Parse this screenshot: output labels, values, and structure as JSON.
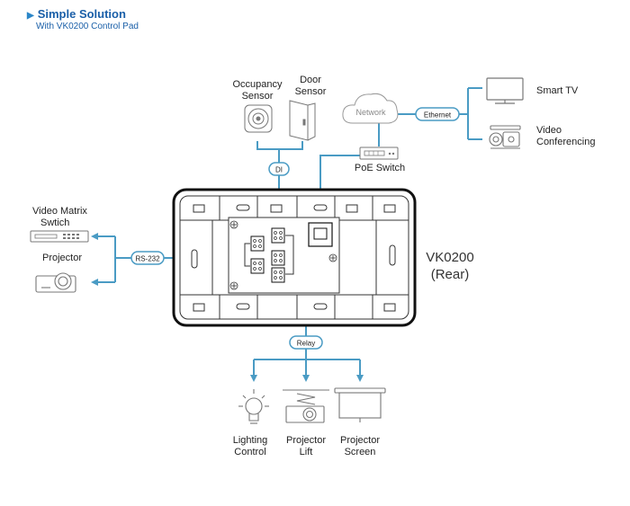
{
  "header": {
    "title": "Simple Solution",
    "subtitle": "With VK0200 Control Pad"
  },
  "colors": {
    "line": "#4a9bc4",
    "device": "#555555",
    "panel": "#111111",
    "text": "#222222",
    "header": "#1a5fa8"
  },
  "devices": {
    "occupancy_sensor": [
      "Occupancy",
      "Sensor"
    ],
    "door_sensor": [
      "Door",
      "Sensor"
    ],
    "network": "Network",
    "smart_tv": "Smart TV",
    "video_conferencing": [
      "Video",
      "Conferencing"
    ],
    "poe_switch": "PoE Switch",
    "video_matrix": [
      "Video Matrix",
      "Swtich"
    ],
    "projector": "Projector",
    "vk0200": [
      "VK0200",
      "(Rear)"
    ],
    "lighting_control": [
      "Lighting",
      "Control"
    ],
    "projector_lift": [
      "Projector",
      "Lift"
    ],
    "projector_screen": [
      "Projector",
      "Screen"
    ]
  },
  "connections": {
    "di": "DI",
    "ethernet": "Ethernet",
    "rs232": "RS-232",
    "relay": "Relay"
  }
}
